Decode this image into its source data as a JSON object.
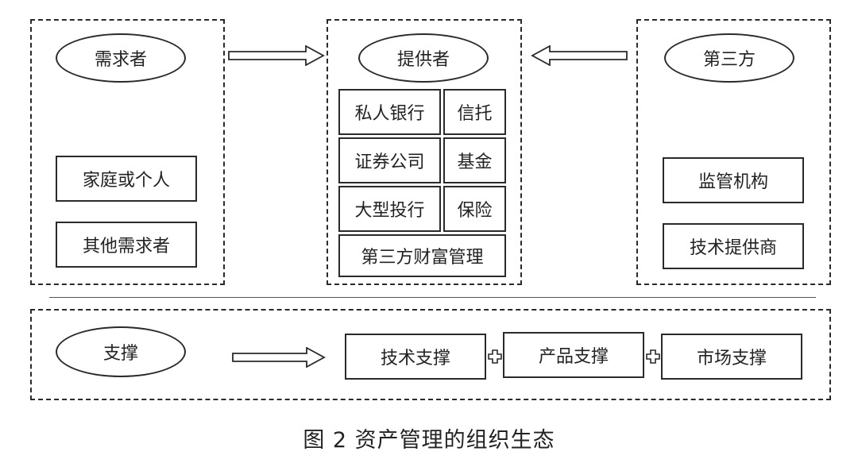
{
  "demand": {
    "title": "需求者",
    "items": [
      "家庭或个人",
      "其他需求者"
    ]
  },
  "provider": {
    "title": "提供者",
    "grid": [
      [
        "私人银行",
        "信托"
      ],
      [
        "证券公司",
        "基金"
      ],
      [
        "大型投行",
        "保险"
      ]
    ],
    "bottom": "第三方财富管理"
  },
  "third_party": {
    "title": "第三方",
    "items": [
      "监管机构",
      "技术提供商"
    ]
  },
  "support": {
    "title": "支撑",
    "items": [
      "技术支撑",
      "产品支撑",
      "市场支撑"
    ]
  },
  "caption": "图 2  资产管理的组织生态"
}
